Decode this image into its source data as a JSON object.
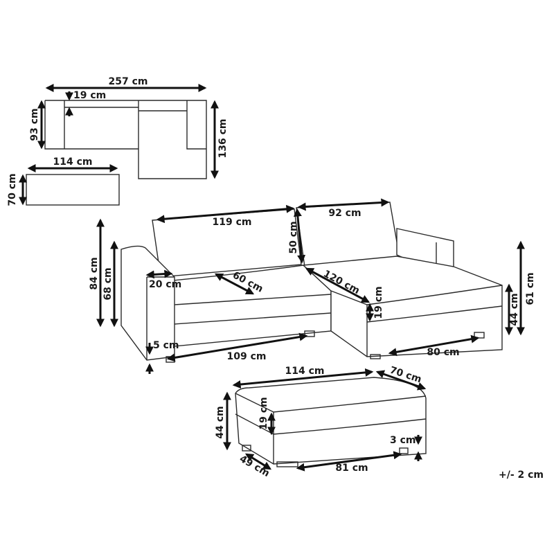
{
  "diagram": {
    "type": "product-dimension-drawing",
    "subject": "corner sofa with ottoman",
    "tolerance": "+/- 2 cm",
    "top_view": {
      "sofa": {
        "total_width": "257 cm",
        "depth": "93 cm",
        "chaise_depth": "136 cm",
        "backrest_depth": "19 cm"
      },
      "ottoman": {
        "width": "114 cm",
        "depth": "70 cm"
      }
    },
    "sofa_perspective": {
      "backrest_left_width": "119 cm",
      "backrest_right_width": "92 cm",
      "backrest_height": "50 cm",
      "total_height": "84 cm",
      "armrest_height": "68 cm",
      "armrest_width": "20 cm",
      "seat_depth": "60 cm",
      "chaise_length": "120 cm",
      "seat_cushion_height": "19 cm",
      "seat_height": "44 cm",
      "chaise_side_height": "61 cm",
      "leg_height": "5 cm",
      "base_width_left": "109 cm",
      "base_width_chaise": "80 cm"
    },
    "ottoman_perspective": {
      "width": "114 cm",
      "depth": "70 cm",
      "height": "44 cm",
      "cushion_height": "19 cm",
      "leg_height": "3 cm",
      "base_depth": "49 cm",
      "base_width": "81 cm"
    }
  }
}
